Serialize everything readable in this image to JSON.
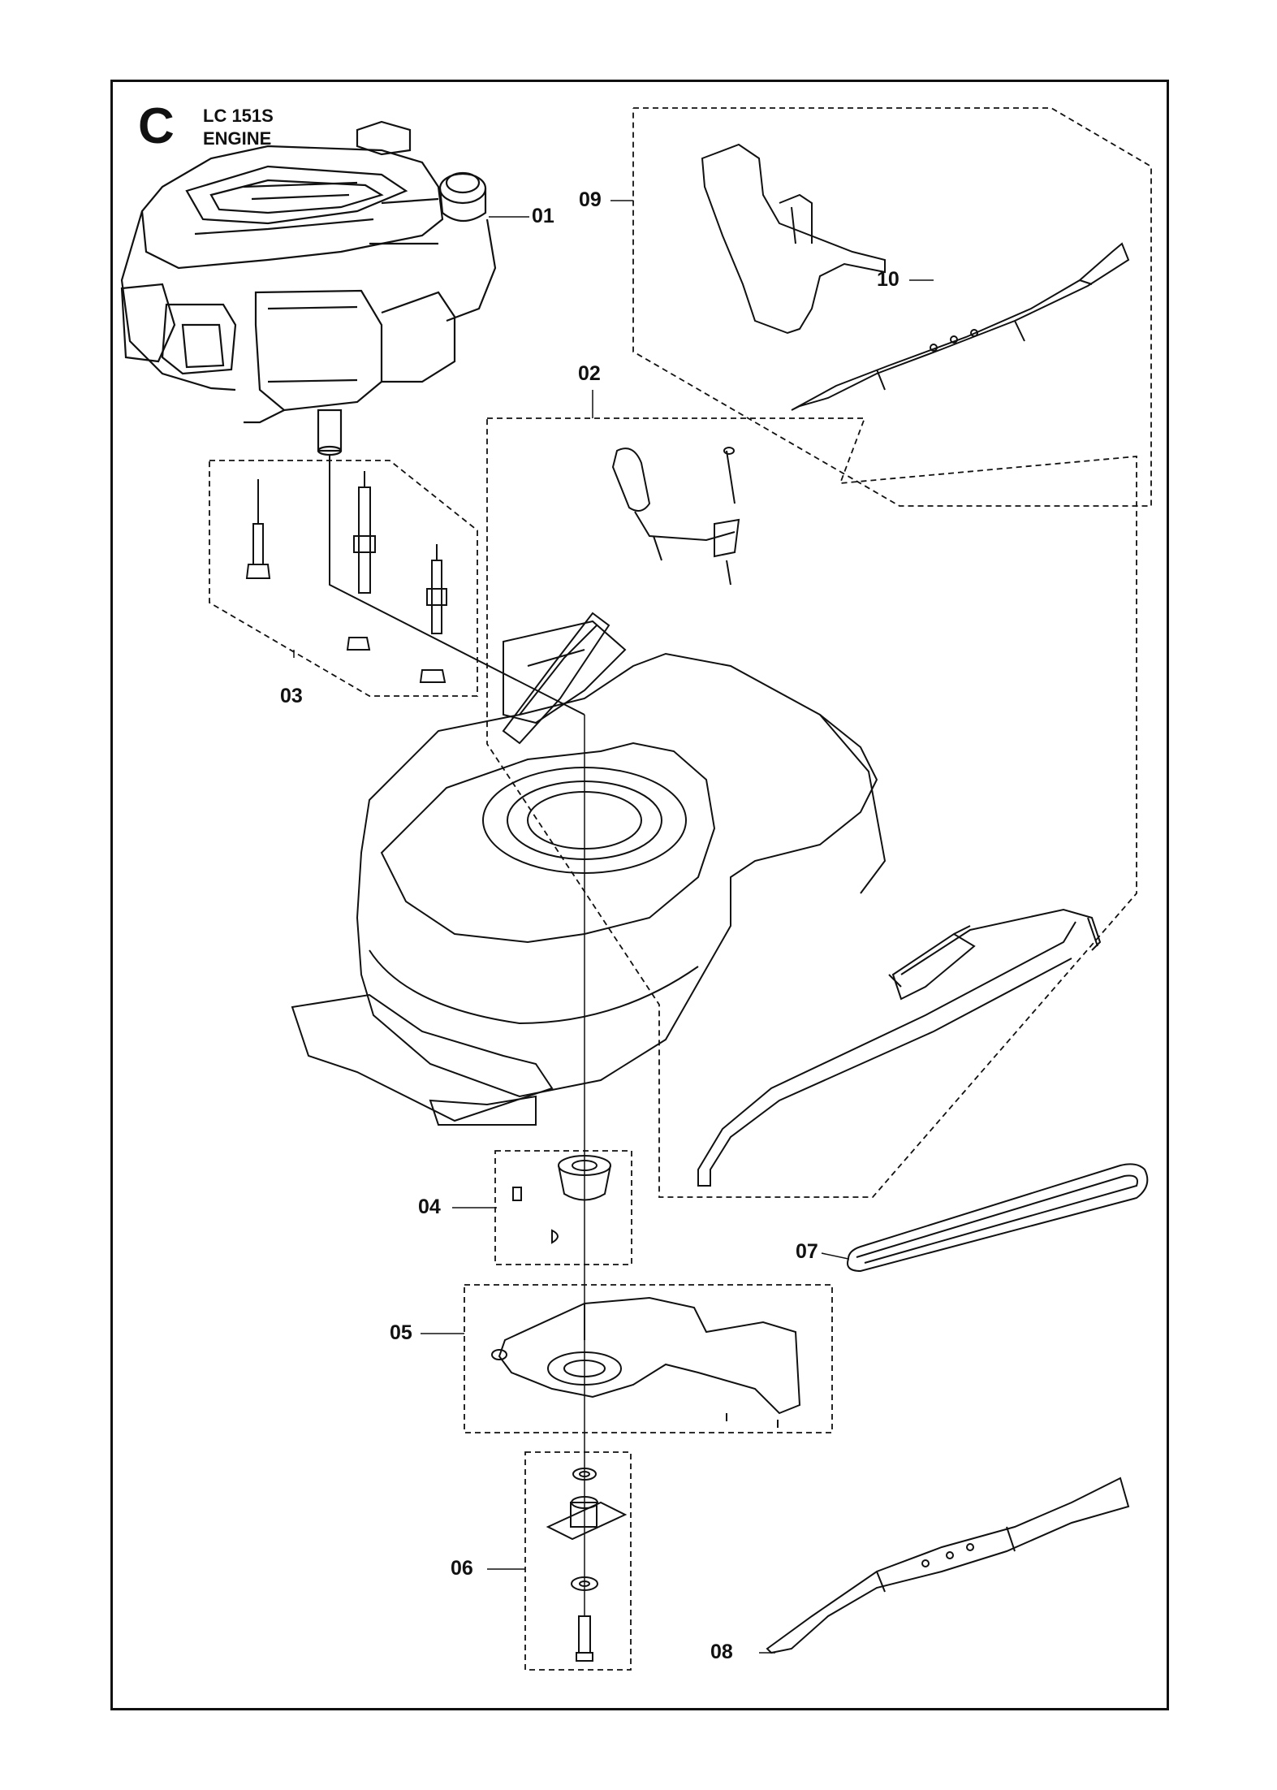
{
  "header": {
    "section_letter": "C",
    "model": "LC 151S",
    "subtitle": "ENGINE"
  },
  "callouts": [
    "01",
    "02",
    "03",
    "04",
    "05",
    "06",
    "07",
    "08",
    "09",
    "10"
  ],
  "colors": {
    "line": "#111111",
    "background": "#ffffff"
  }
}
